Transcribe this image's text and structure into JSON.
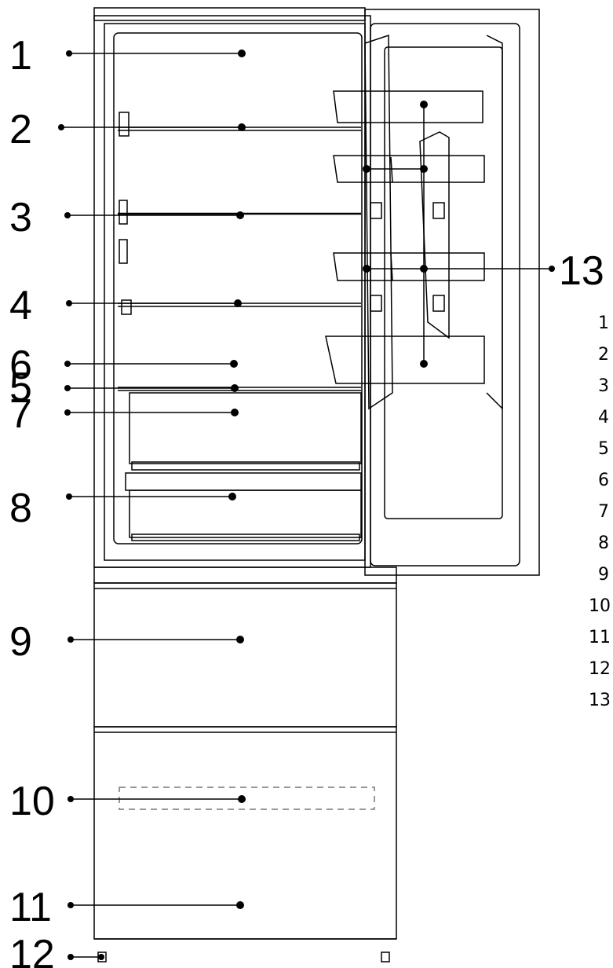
{
  "callouts": [
    {
      "id": 1,
      "label": "1"
    },
    {
      "id": 2,
      "label": "2"
    },
    {
      "id": 3,
      "label": "3"
    },
    {
      "id": 4,
      "label": "4"
    },
    {
      "id": 5,
      "label": "5"
    },
    {
      "id": 6,
      "label": "6"
    },
    {
      "id": 7,
      "label": "7"
    },
    {
      "id": 8,
      "label": "8"
    },
    {
      "id": 9,
      "label": "9"
    },
    {
      "id": 10,
      "label": "10"
    },
    {
      "id": 11,
      "label": "11"
    },
    {
      "id": 12,
      "label": "12"
    },
    {
      "id": 13,
      "label": "13"
    }
  ],
  "legend": [
    "1",
    "2",
    "3",
    "4",
    "5",
    "6",
    "7",
    "8",
    "9",
    "10",
    "11",
    "12",
    "13"
  ],
  "colors": {
    "line": "#000000",
    "background": "#ffffff",
    "dashed": "#777777"
  }
}
